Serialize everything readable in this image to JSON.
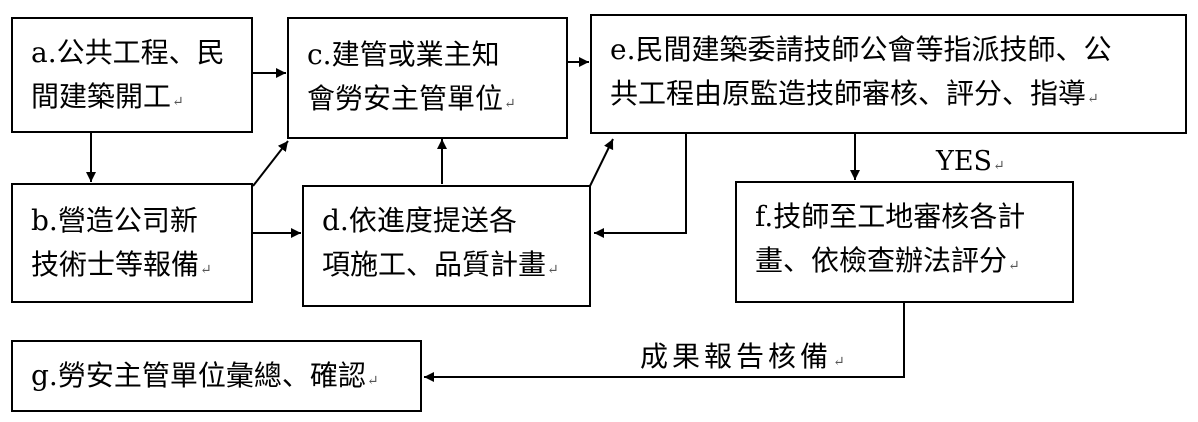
{
  "nodes": {
    "a": {
      "line1": "a.公共工程、民",
      "line2": "間建築開工"
    },
    "b": {
      "line1": "b.營造公司新",
      "line2": "技術士等報備"
    },
    "c": {
      "line1": "c.建管或業主知",
      "line2": "會勞安主管單位"
    },
    "d": {
      "line1": "d.依進度提送各",
      "line2": "項施工、品質計畫"
    },
    "e": {
      "line1": "e.民間建築委請技師公會等指派技師、公",
      "line2": "共工程由原監造技師審核、評分、指導"
    },
    "f": {
      "line1": "f.技師至工地審核各計",
      "line2": "畫、依檢查辦法評分"
    },
    "g": {
      "line1": "g.勞安主管單位彙總、確認"
    }
  },
  "edge_labels": {
    "yes": "YES",
    "report": "成果報告核備"
  },
  "paragraph_mark": "↵"
}
